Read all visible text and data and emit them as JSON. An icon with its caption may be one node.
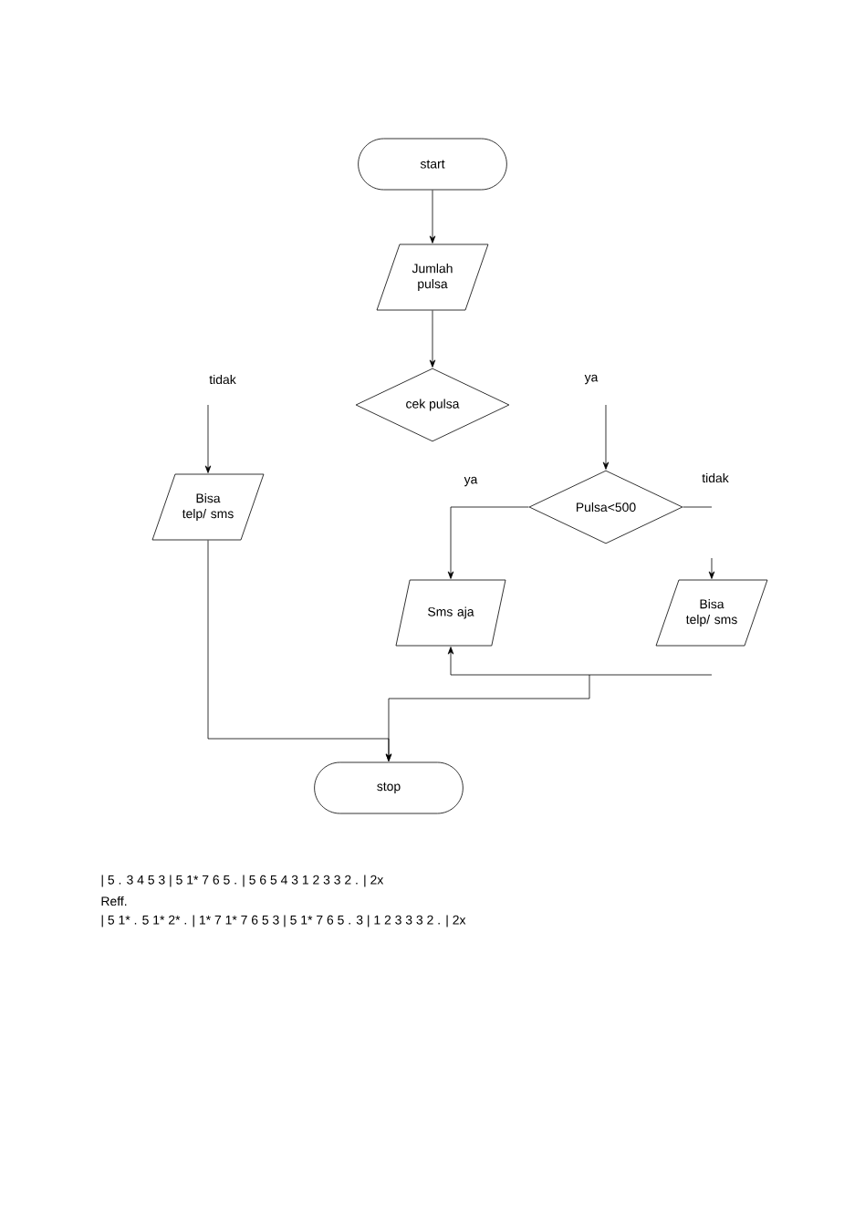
{
  "diagram": {
    "nodes": [
      {
        "text": [
          "start"
        ]
      },
      {
        "text": [
          "Jumlah pulsa"
        ]
      },
      {
        "text": [
          "cek pulsa"
        ]
      },
      {
        "text": [
          "Bisa telp/ sms"
        ]
      },
      {
        "text": [
          "Pulsa<500"
        ]
      },
      {
        "text": [
          "Sms aja"
        ]
      },
      {
        "text": [
          "Bisa telp/ sms"
        ]
      },
      {
        "text": [
          "stop"
        ]
      }
    ],
    "edges": [
      {
        "from": 0,
        "to": 1,
        "arrow": "to"
      },
      {
        "from": 1,
        "to": 2,
        "arrow": "to"
      },
      {
        "from": null,
        "to": 3,
        "arrow": "to",
        "label": "tidak"
      },
      {
        "from": null,
        "to": 4,
        "arrow": "to",
        "label": "ya"
      },
      {
        "from": 4,
        "to": 5,
        "arrow": "to",
        "label": "ya"
      },
      {
        "from": 4,
        "to": null,
        "arrow": "none",
        "label": "tidak"
      },
      {
        "from": null,
        "to": 6,
        "arrow": "to"
      },
      {
        "from": null,
        "to": 5,
        "arrow": "to"
      },
      {
        "from": null,
        "to": 7,
        "arrow": "to"
      },
      {
        "from": 3,
        "to": 7,
        "arrow": "to"
      }
    ],
    "labels": [
      "| 5 . 3 4 5 3 | 5 1* 7 6 5 . | 5 6 5 4 3 1 2 3 3 2 . |  2x",
      "Reff.",
      "| 5 1* . 5 1* 2* . | 1* 7 1* 7 6 5 3 | 5 1* 7 6 5 . 3 | 1 2 3 3 3 2 . |   2x"
    ]
  }
}
